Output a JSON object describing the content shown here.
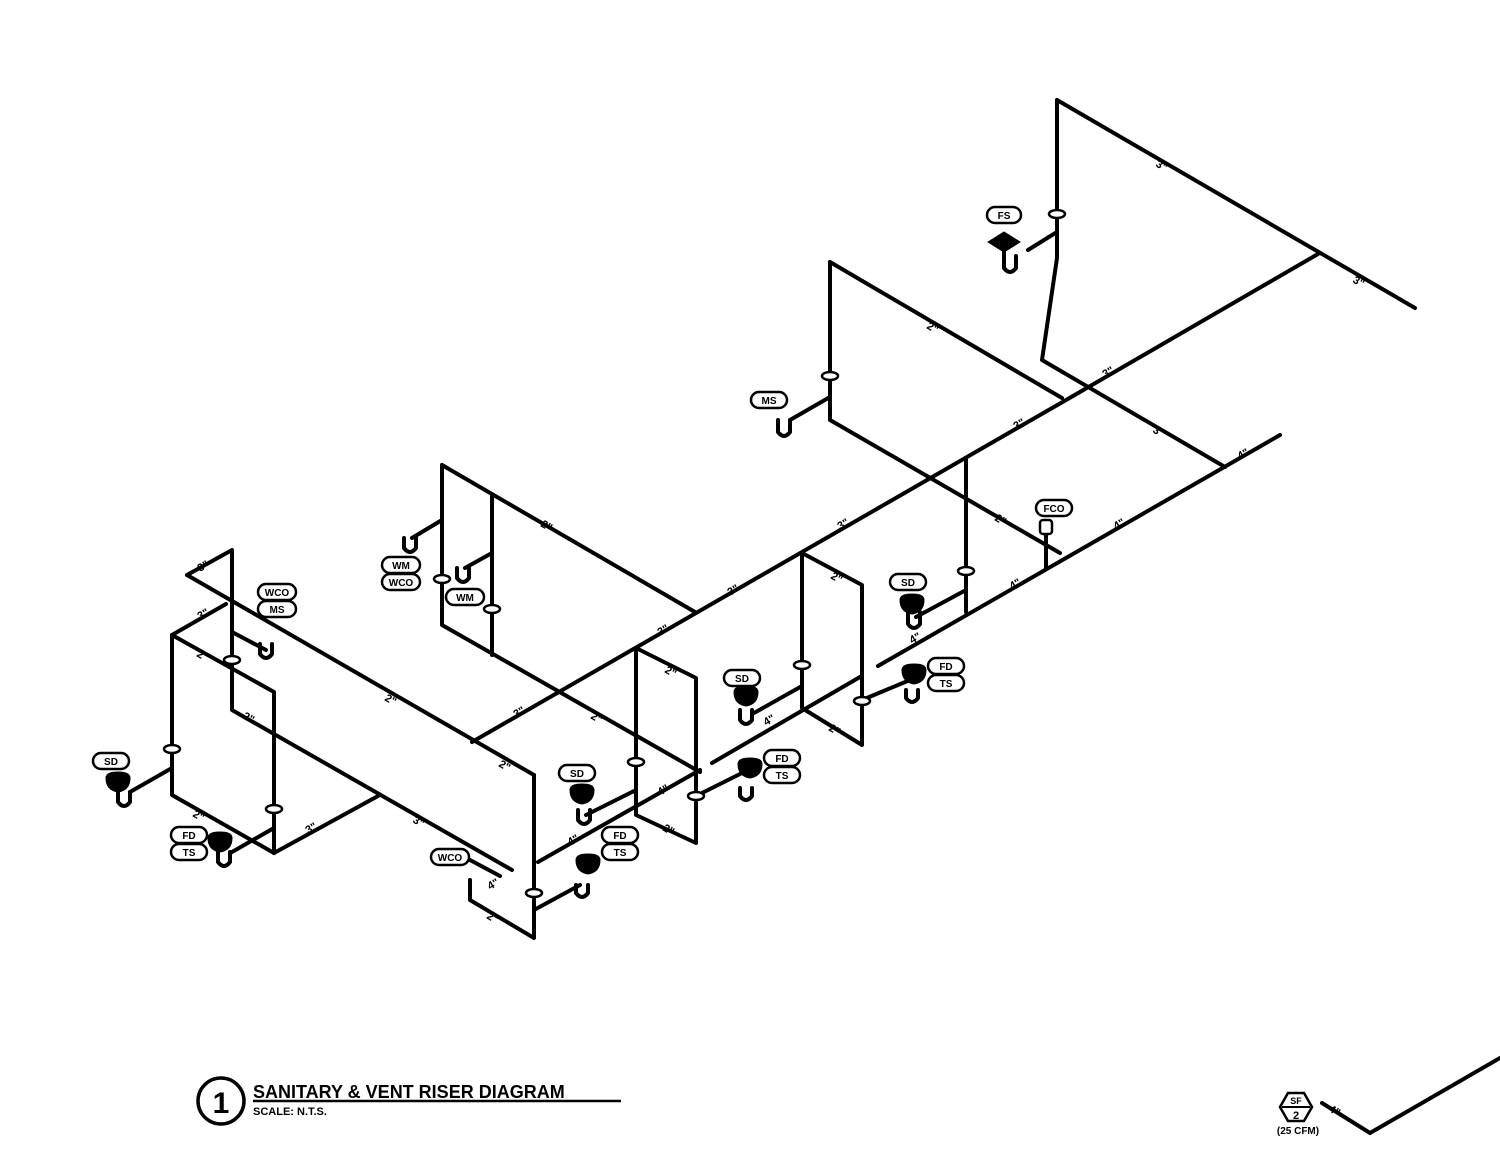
{
  "title": {
    "number": "1",
    "text": "SANITARY & VENT RISER DIAGRAM",
    "scale": "SCALE: N.T.S."
  },
  "equipment_tag": {
    "letters": "SF",
    "number": "2",
    "flow": "(25 CFM)"
  },
  "tags": {
    "fs": "FS",
    "ms": "MS",
    "fco": "FCO",
    "sd": "SD",
    "fd": "FD",
    "ts": "TS",
    "wco": "WCO",
    "wm": "WM"
  },
  "sizes": {
    "two": "2\"",
    "three": "3\"",
    "four": "4\""
  }
}
